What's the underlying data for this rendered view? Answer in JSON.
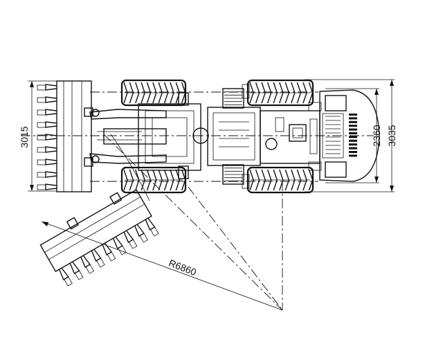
{
  "dimensions": {
    "overall_width": "3015",
    "tread_width": "2360",
    "body_width": "3035",
    "turning_radius": "R6860"
  },
  "colors": {
    "line": "#111111",
    "background": "#ffffff"
  }
}
